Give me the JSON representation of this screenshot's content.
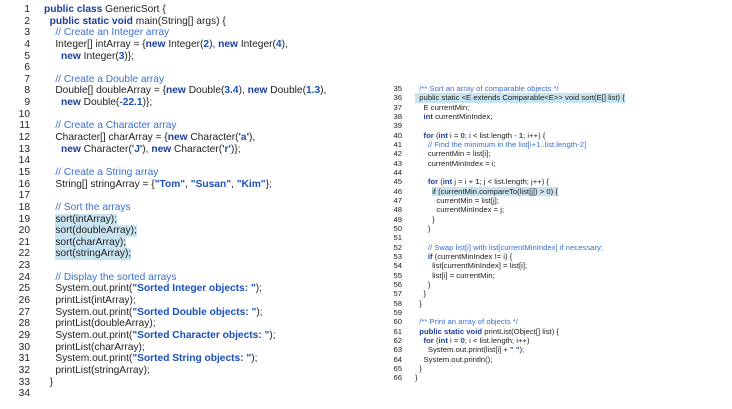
{
  "left_code": [
    {
      "n": "1",
      "t": [
        [
          "kw",
          "public class "
        ],
        [
          "pl",
          "GenericSort {"
        ]
      ]
    },
    {
      "n": "2",
      "t": [
        [
          "kw",
          "  public static void "
        ],
        [
          "pl",
          "main(String[] args) {"
        ]
      ]
    },
    {
      "n": "3",
      "t": [
        [
          "cm",
          "    // Create an Integer array"
        ]
      ]
    },
    {
      "n": "4",
      "t": [
        [
          "pl",
          "    Integer[] intArray = {"
        ],
        [
          "kw",
          "new "
        ],
        [
          "pl",
          "Integer("
        ],
        [
          "num",
          "2"
        ],
        [
          "pl",
          "), "
        ],
        [
          "kw",
          "new "
        ],
        [
          "pl",
          "Integer("
        ],
        [
          "num",
          "4"
        ],
        [
          "pl",
          "),"
        ]
      ]
    },
    {
      "n": "5",
      "t": [
        [
          "kw",
          "      new "
        ],
        [
          "pl",
          "Integer("
        ],
        [
          "num",
          "3"
        ],
        [
          "pl",
          ")};"
        ]
      ]
    },
    {
      "n": "6",
      "t": []
    },
    {
      "n": "7",
      "t": [
        [
          "cm",
          "    // Create a Double array"
        ]
      ]
    },
    {
      "n": "8",
      "t": [
        [
          "pl",
          "    Double[] doubleArray = {"
        ],
        [
          "kw",
          "new "
        ],
        [
          "pl",
          "Double("
        ],
        [
          "num",
          "3.4"
        ],
        [
          "pl",
          "), "
        ],
        [
          "kw",
          "new "
        ],
        [
          "pl",
          "Double("
        ],
        [
          "num",
          "1.3"
        ],
        [
          "pl",
          "),"
        ]
      ]
    },
    {
      "n": "9",
      "t": [
        [
          "kw",
          "      new "
        ],
        [
          "pl",
          "Double("
        ],
        [
          "num",
          "-22.1"
        ],
        [
          "pl",
          ")};"
        ]
      ]
    },
    {
      "n": "10",
      "t": []
    },
    {
      "n": "11",
      "t": [
        [
          "cm",
          "    // Create a Character array"
        ]
      ]
    },
    {
      "n": "12",
      "t": [
        [
          "pl",
          "    Character[] charArray = {"
        ],
        [
          "kw",
          "new "
        ],
        [
          "pl",
          "Character("
        ],
        [
          "str",
          "'a'"
        ],
        [
          "pl",
          "),"
        ]
      ]
    },
    {
      "n": "13",
      "t": [
        [
          "kw",
          "      new "
        ],
        [
          "pl",
          "Character("
        ],
        [
          "str",
          "'J'"
        ],
        [
          "pl",
          "), "
        ],
        [
          "kw",
          "new "
        ],
        [
          "pl",
          "Character("
        ],
        [
          "str",
          "'r'"
        ],
        [
          "pl",
          ")};"
        ]
      ]
    },
    {
      "n": "14",
      "t": []
    },
    {
      "n": "15",
      "t": [
        [
          "cm",
          "    // Create a String array"
        ]
      ]
    },
    {
      "n": "16",
      "t": [
        [
          "pl",
          "    String[] stringArray = {"
        ],
        [
          "str",
          "\"Tom\""
        ],
        [
          "pl",
          ", "
        ],
        [
          "str",
          "\"Susan\""
        ],
        [
          "pl",
          ", "
        ],
        [
          "str",
          "\"Kim\""
        ],
        [
          "pl",
          "};"
        ]
      ]
    },
    {
      "n": "17",
      "t": []
    },
    {
      "n": "18",
      "t": [
        [
          "cm",
          "    // Sort the arrays"
        ]
      ]
    },
    {
      "n": "19",
      "t": [
        [
          "pl",
          "    "
        ],
        [
          "hl",
          "sort(intArray);"
        ]
      ]
    },
    {
      "n": "20",
      "t": [
        [
          "pl",
          "    "
        ],
        [
          "hl",
          "sort(doubleArray);"
        ]
      ]
    },
    {
      "n": "21",
      "t": [
        [
          "pl",
          "    "
        ],
        [
          "hl",
          "sort(charArray);"
        ]
      ]
    },
    {
      "n": "22",
      "t": [
        [
          "pl",
          "    "
        ],
        [
          "hl",
          "sort(stringArray);"
        ]
      ]
    },
    {
      "n": "23",
      "t": []
    },
    {
      "n": "24",
      "t": [
        [
          "cm",
          "    // Display the sorted arrays"
        ]
      ]
    },
    {
      "n": "25",
      "t": [
        [
          "pl",
          "    System.out.print("
        ],
        [
          "str",
          "\"Sorted Integer objects: \""
        ],
        [
          "pl",
          ");"
        ]
      ]
    },
    {
      "n": "26",
      "t": [
        [
          "pl",
          "    printList(intArray);"
        ]
      ]
    },
    {
      "n": "27",
      "t": [
        [
          "pl",
          "    System.out.print("
        ],
        [
          "str",
          "\"Sorted Double objects: \""
        ],
        [
          "pl",
          ");"
        ]
      ]
    },
    {
      "n": "28",
      "t": [
        [
          "pl",
          "    printList(doubleArray);"
        ]
      ]
    },
    {
      "n": "29",
      "t": [
        [
          "pl",
          "    System.out.print("
        ],
        [
          "str",
          "\"Sorted Character objects: \""
        ],
        [
          "pl",
          ");"
        ]
      ]
    },
    {
      "n": "30",
      "t": [
        [
          "pl",
          "    printList(charArray);"
        ]
      ]
    },
    {
      "n": "31",
      "t": [
        [
          "pl",
          "    System.out.print("
        ],
        [
          "str",
          "\"Sorted String objects: \""
        ],
        [
          "pl",
          ");"
        ]
      ]
    },
    {
      "n": "32",
      "t": [
        [
          "pl",
          "    printList(stringArray);"
        ]
      ]
    },
    {
      "n": "33",
      "t": [
        [
          "pl",
          "  }"
        ]
      ]
    },
    {
      "n": "34",
      "t": []
    }
  ],
  "right_code": [
    {
      "n": "35",
      "t": [
        [
          "cm",
          "  /** Sort an array of comparable objects */"
        ]
      ]
    },
    {
      "n": "36",
      "t": [
        [
          "hl",
          "  public static <E extends Comparable<E>> void sort(E[] list) {"
        ]
      ]
    },
    {
      "n": "37",
      "t": [
        [
          "pl",
          "    E currentMin;"
        ]
      ]
    },
    {
      "n": "38",
      "t": [
        [
          "kw",
          "    int "
        ],
        [
          "pl",
          "currentMinIndex;"
        ]
      ]
    },
    {
      "n": "39",
      "t": []
    },
    {
      "n": "40",
      "t": [
        [
          "kw",
          "    for "
        ],
        [
          "pl",
          "("
        ],
        [
          "kw",
          "int "
        ],
        [
          "pl",
          "i = "
        ],
        [
          "num",
          "0"
        ],
        [
          "pl",
          "; i < list.length - "
        ],
        [
          "num",
          "1"
        ],
        [
          "pl",
          "; i++) {"
        ]
      ]
    },
    {
      "n": "41",
      "t": [
        [
          "cm",
          "      // Find the minimum in the list[i+1..list.length-2]"
        ]
      ]
    },
    {
      "n": "42",
      "t": [
        [
          "pl",
          "      currentMin = list[i];"
        ]
      ]
    },
    {
      "n": "43",
      "t": [
        [
          "pl",
          "      currentMinIndex = i;"
        ]
      ]
    },
    {
      "n": "44",
      "t": []
    },
    {
      "n": "45",
      "t": [
        [
          "kw",
          "      for "
        ],
        [
          "pl",
          "("
        ],
        [
          "kw",
          "int "
        ],
        [
          "pl",
          "j = i + "
        ],
        [
          "num",
          "1"
        ],
        [
          "pl",
          "; j < list.length; j++) {"
        ]
      ]
    },
    {
      "n": "46",
      "t": [
        [
          "pl",
          "        "
        ],
        [
          "hl",
          "if (currentMin.compareTo(list[j]) > 0) {"
        ]
      ]
    },
    {
      "n": "47",
      "t": [
        [
          "pl",
          "          currentMin = list[j];"
        ]
      ]
    },
    {
      "n": "48",
      "t": [
        [
          "pl",
          "          currentMinIndex = j;"
        ]
      ]
    },
    {
      "n": "49",
      "t": [
        [
          "pl",
          "        }"
        ]
      ]
    },
    {
      "n": "50",
      "t": [
        [
          "pl",
          "      }"
        ]
      ]
    },
    {
      "n": "51",
      "t": []
    },
    {
      "n": "52",
      "t": [
        [
          "cm",
          "      // Swap list[i] with list[currentMinIndex] if necessary;"
        ]
      ]
    },
    {
      "n": "53",
      "t": [
        [
          "kw",
          "      if "
        ],
        [
          "pl",
          "(currentMinIndex != i) {"
        ]
      ]
    },
    {
      "n": "54",
      "t": [
        [
          "pl",
          "        list[currentMinIndex] = list[i];"
        ]
      ]
    },
    {
      "n": "55",
      "t": [
        [
          "pl",
          "        list[i] = currentMin;"
        ]
      ]
    },
    {
      "n": "56",
      "t": [
        [
          "pl",
          "      }"
        ]
      ]
    },
    {
      "n": "57",
      "t": [
        [
          "pl",
          "    }"
        ]
      ]
    },
    {
      "n": "58",
      "t": [
        [
          "pl",
          "  }"
        ]
      ]
    },
    {
      "n": "59",
      "t": []
    },
    {
      "n": "60",
      "t": [
        [
          "cm",
          "  /** Print an array of objects */"
        ]
      ]
    },
    {
      "n": "61",
      "t": [
        [
          "kw",
          "  public static void "
        ],
        [
          "pl",
          "printList(Object[] list) {"
        ]
      ]
    },
    {
      "n": "62",
      "t": [
        [
          "kw",
          "    for "
        ],
        [
          "pl",
          "("
        ],
        [
          "kw",
          "int "
        ],
        [
          "pl",
          "i = "
        ],
        [
          "num",
          "0"
        ],
        [
          "pl",
          "; i < list.length; i++)"
        ]
      ]
    },
    {
      "n": "63",
      "t": [
        [
          "pl",
          "      System.out.print(list[i] + "
        ],
        [
          "str",
          "\" \""
        ],
        [
          "pl",
          ");"
        ]
      ]
    },
    {
      "n": "64",
      "t": [
        [
          "pl",
          "    System.out.println();"
        ]
      ]
    },
    {
      "n": "65",
      "t": [
        [
          "pl",
          "  }"
        ]
      ]
    },
    {
      "n": "66",
      "t": [
        [
          "pl",
          "}"
        ]
      ]
    }
  ],
  "colors": {
    "keyword": "#1b3e9c",
    "string": "#1b4fb8",
    "comment": "#3b6fcf",
    "highlight": "#c9e4f1",
    "text": "#222222"
  }
}
